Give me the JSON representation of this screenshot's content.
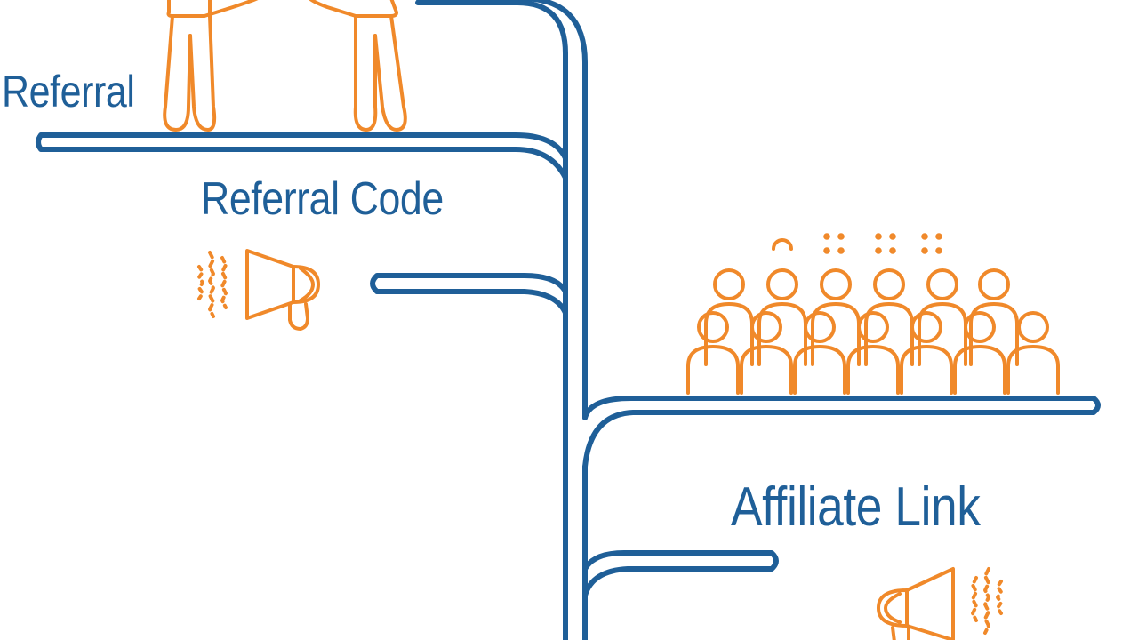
{
  "labels": {
    "referral": "Referral",
    "referral_code": "Referral Code",
    "affiliate_link": "Affiliate Link"
  },
  "colors": {
    "line": "#1f5f98",
    "icon": "#f0892a",
    "background": "#ffffff"
  },
  "icons": {
    "people_talking": "two-people-talking-icon",
    "megaphone_left": "megaphone-icon",
    "crowd": "audience-crowd-icon",
    "megaphone_right": "megaphone-icon"
  }
}
